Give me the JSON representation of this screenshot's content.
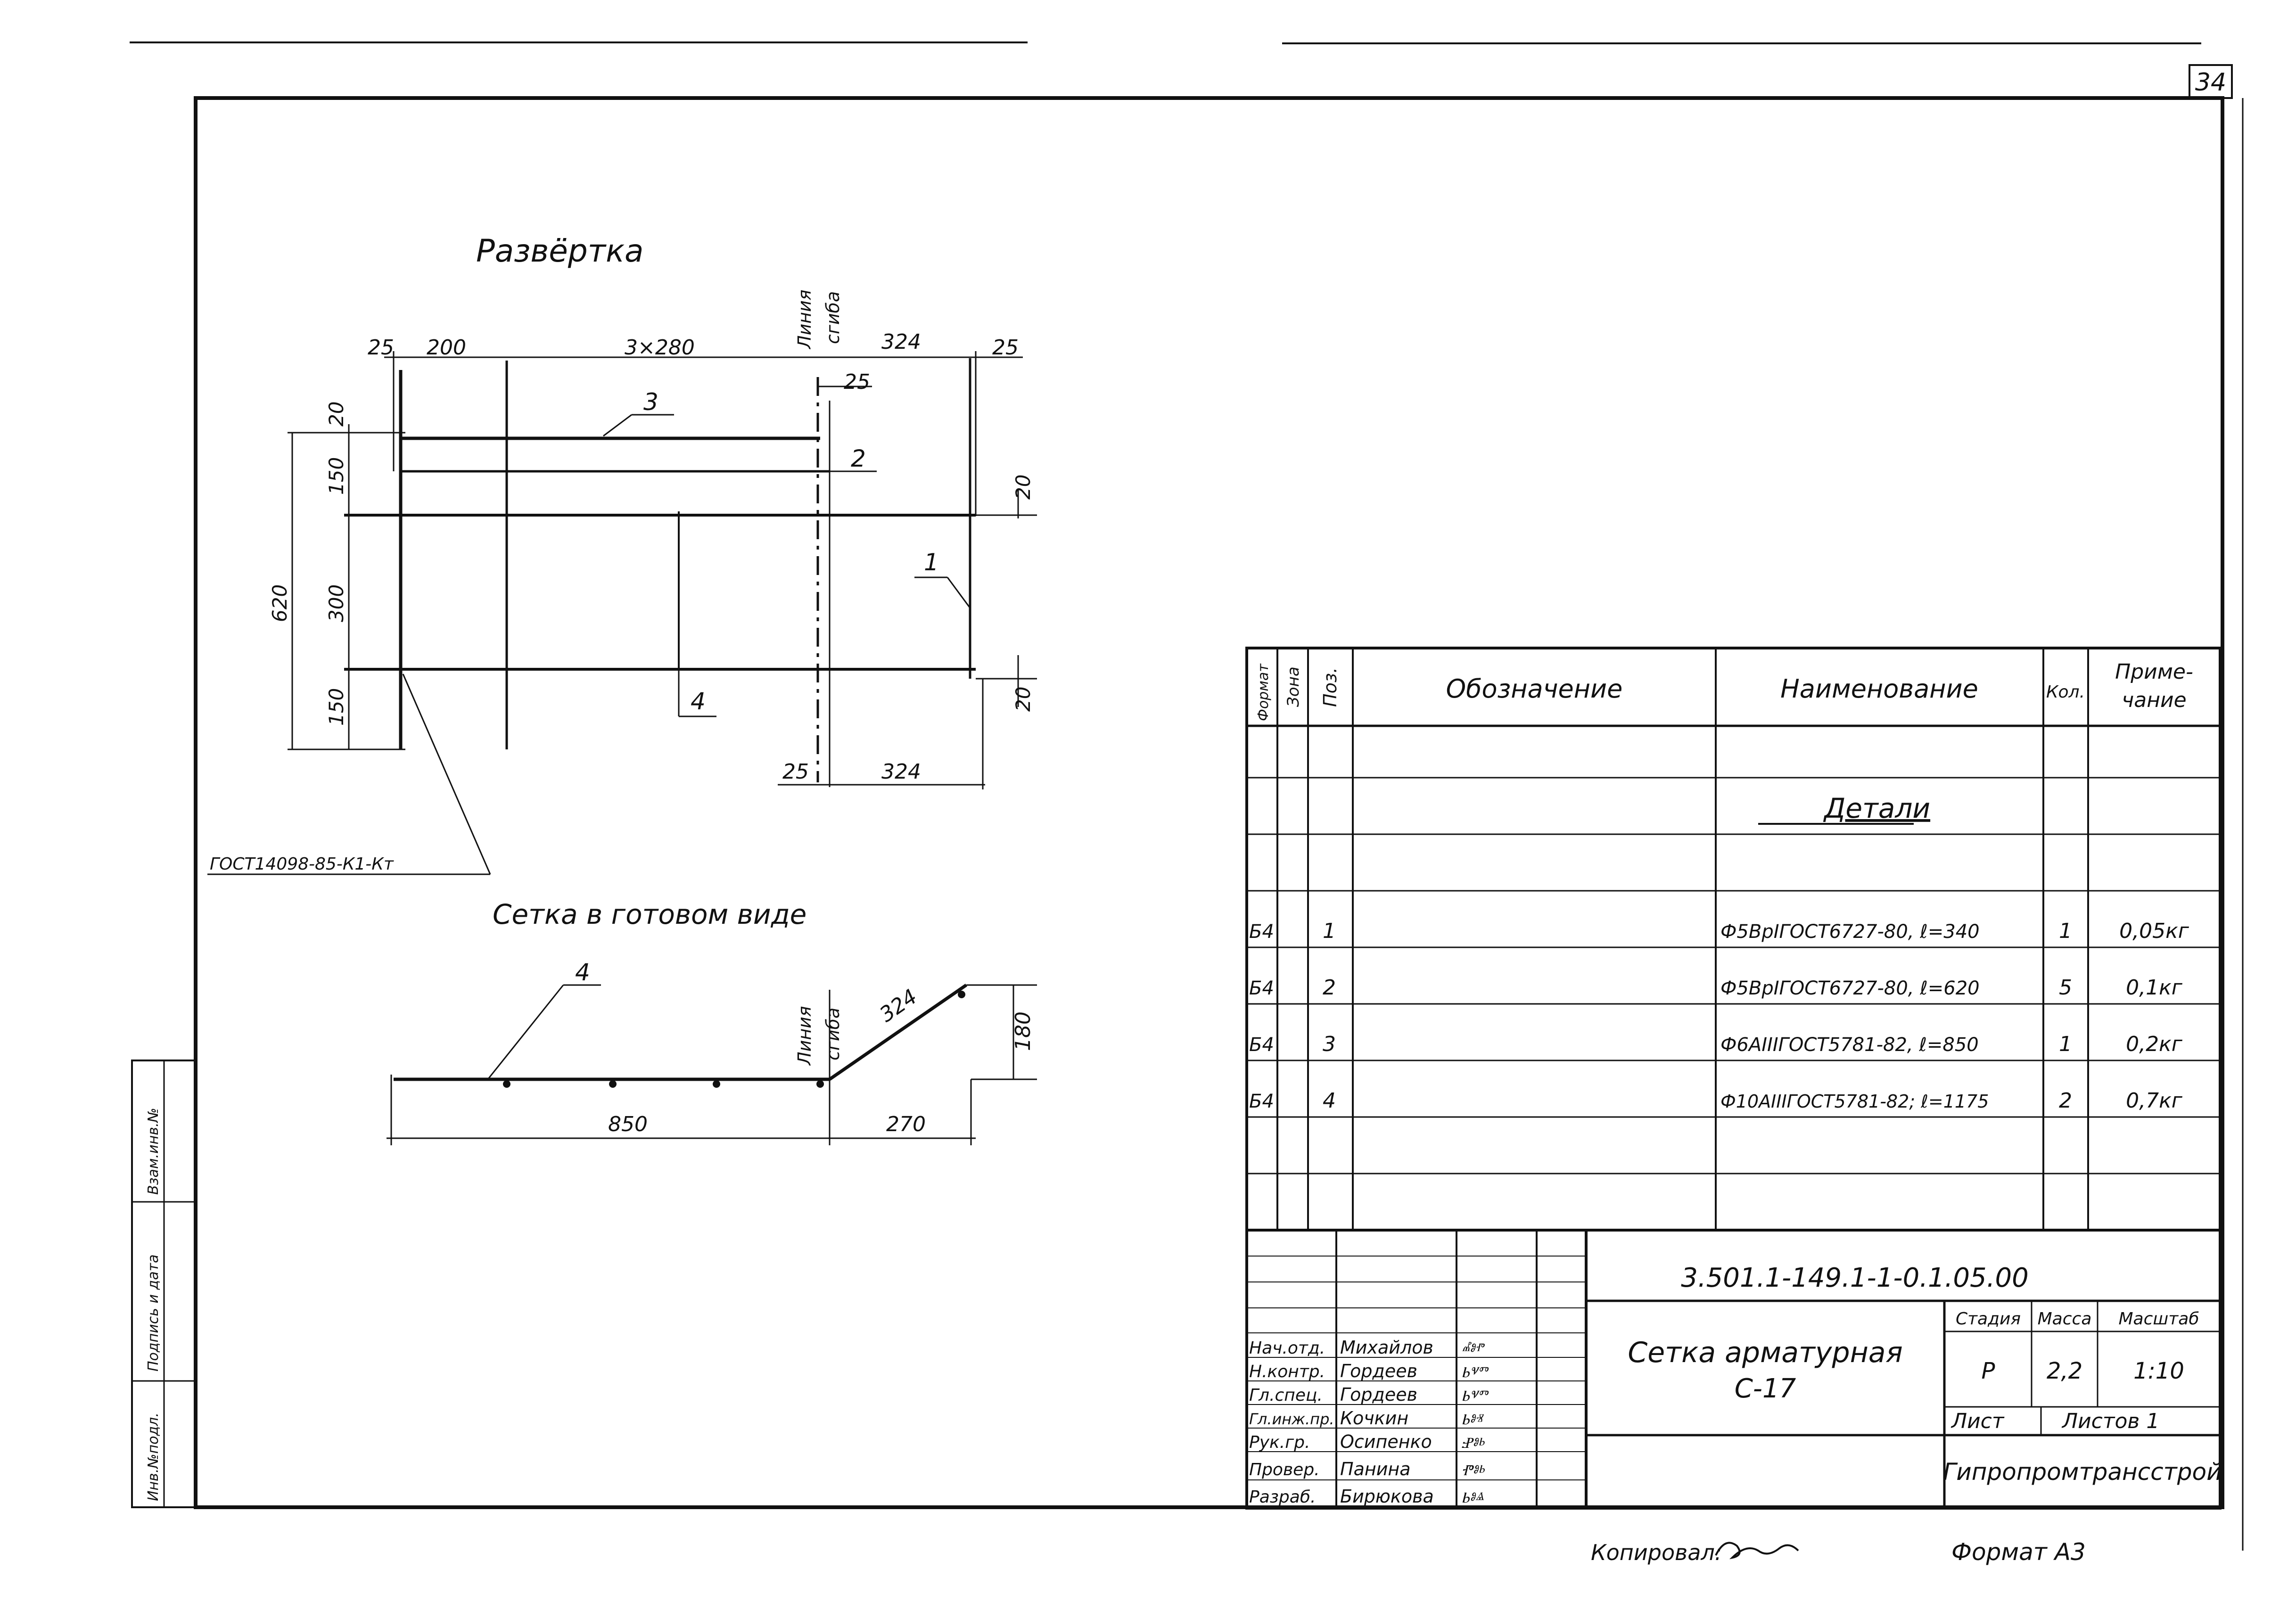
{
  "page_number": "34",
  "unfolding": {
    "title": "Развёртка",
    "dims": {
      "top_25_left": "25",
      "top_200": "200",
      "top_3x280": "3×280",
      "top_324": "324",
      "top_25_right": "25",
      "near_bend_25": "25",
      "left_20": "20",
      "left_150_top": "150",
      "left_300": "300",
      "left_150_bottom": "150",
      "left_620": "620",
      "right_20_top": "20",
      "right_20_bottom": "20",
      "bottom_25": "25",
      "bottom_324": "324"
    },
    "bend_line_label": [
      "Линия",
      "сгиба"
    ],
    "positions": {
      "p1": "1",
      "p2": "2",
      "p3": "3",
      "p4": "4"
    },
    "weld_note": "ГОСТ14098-85-К1-Кт"
  },
  "finished": {
    "title": "Сетка в готовом виде",
    "pos_label": "4",
    "bend_line_label": [
      "Линия",
      "сгиба"
    ],
    "dims": {
      "d850": "850",
      "d270": "270",
      "d324": "324",
      "d180": "180"
    }
  },
  "left_strip": {
    "label_top": "Взам.инв.№",
    "label_mid": "Подпись и дата",
    "label_bottom": "Инв.№подл."
  },
  "spec_table": {
    "headers": {
      "format": "Формат",
      "zone": "Зона",
      "pos": "Поз.",
      "designation": "Обозначение",
      "name": "Наименование",
      "qty": "Кол.",
      "note": [
        "Приме-",
        "чание"
      ]
    },
    "section_title": "Детали",
    "rows": [
      {
        "format": "Б4",
        "pos": "1",
        "name": "Ф5ВрIГОСТ6727-80, ℓ=340",
        "qty": "1",
        "note": "0,05кг"
      },
      {
        "format": "Б4",
        "pos": "2",
        "name": "Ф5ВрIГОСТ6727-80, ℓ=620",
        "qty": "5",
        "note": "0,1кг"
      },
      {
        "format": "Б4",
        "pos": "3",
        "name": "Ф6АIIIГОСТ5781-82, ℓ=850",
        "qty": "1",
        "note": "0,2кг"
      },
      {
        "format": "Б4",
        "pos": "4",
        "name": "Ф10АIIIГОСТ5781-82; ℓ=1175",
        "qty": "2",
        "note": "0,7кг"
      }
    ]
  },
  "title_block": {
    "code": "3.501.1-149.1-1-0.1.05.00",
    "product_name": [
      "Сетка арматурная",
      "С-17"
    ],
    "stage_label": "Стадия",
    "mass_label": "Масса",
    "scale_label": "Масштаб",
    "stage": "Р",
    "mass": "2,2",
    "scale": "1:10",
    "sheet_label": "Лист",
    "sheets_label": "Листов 1",
    "organization": "Гипропромтрансстрой",
    "staff": [
      {
        "role": "Нач.отд.",
        "name": "Михайлов",
        "sign": "ⰼⱁⱂ"
      },
      {
        "role": "Н.контр.",
        "name": "Гордеев",
        "sign": "Ⱃⱌⱅ"
      },
      {
        "role": "Гл.спец.",
        "name": "Гордеев",
        "sign": "Ⱃⱌⱅ"
      },
      {
        "role": "Гл.инж.пр.",
        "name": "Кочкин",
        "sign": "Ⱃⱁⱐ"
      },
      {
        "role": "Рук.гр.",
        "name": "Осипенко",
        "sign": "Ⱀⱁⱃ"
      },
      {
        "role": "Провер.",
        "name": "Панина",
        "sign": "Ⱂⱁⱃ"
      },
      {
        "role": "Разраб.",
        "name": "Бирюкова",
        "sign": "Ⱃⱁⱑ"
      }
    ]
  },
  "footer": {
    "copied_label": "Копировал:",
    "format_label": "Формат А3"
  }
}
